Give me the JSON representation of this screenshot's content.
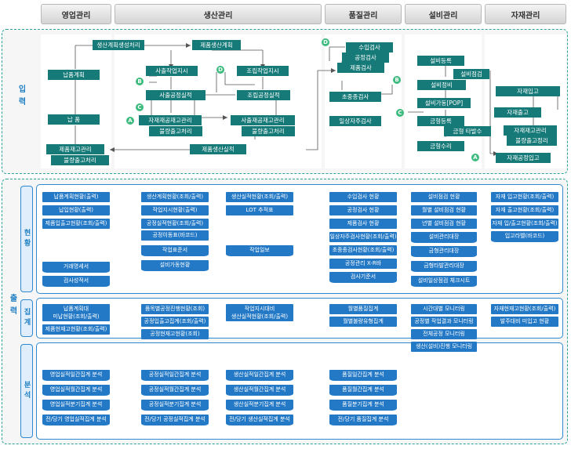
{
  "headers": [
    "영업관리",
    "생산관리",
    "품질관리",
    "설비관리",
    "자재관리"
  ],
  "section_labels": {
    "input": "입력",
    "output": "출력"
  },
  "subsection_labels": [
    "현황",
    "집계",
    "분석"
  ],
  "input": {
    "sales": [
      "납품계획",
      "납 품",
      "제품재고관리",
      "불량출고처리"
    ],
    "production": [
      "생산계획생성처리",
      "제품생산계획",
      "사출작업지시",
      "조립작업지시",
      "사출공정실적",
      "조립공정실적",
      "자재재공재고관리",
      "불량출고처리",
      "사출재공재고관리",
      "불량출고처리",
      "제품생산실적"
    ],
    "quality": [
      "수입검사",
      "공정검사",
      "제품검사",
      "초중종검사",
      "일상자주검사"
    ],
    "equipment": [
      "설비등록",
      "설비점검",
      "설비정비",
      "설비가동[POP]",
      "금형등록",
      "금형 타발수",
      "금형수리"
    ],
    "material": [
      "자재입고",
      "자재출고",
      "자재재고관리",
      "불량출고정리",
      "자재공정입고"
    ],
    "connectors": [
      "A",
      "B",
      "C",
      "D"
    ]
  },
  "status": {
    "sales": [
      "납품계획현황(출력)",
      "납입현황(출력)",
      "제품입출고현황(조회/출력)",
      "거래명세서",
      "검사성적서"
    ],
    "production_left": [
      "생산계획현황(조회/출력)",
      "작업지시현황(출력)",
      "공정실적현황(조회/출력)",
      "공정이동표(바코드)",
      "작업표준서",
      "설비가동현황"
    ],
    "production_right": [
      "생산실적현황(조회/출력)",
      "LOT 추적표",
      "작업일보"
    ],
    "quality": [
      "수입검사 현황",
      "공정검사 현황",
      "제품검사 현황",
      "일상자주검사현황(조회/출력)",
      "초중종검사현황(조회/출력)",
      "공정관리 X-R바",
      "검사기준서"
    ],
    "equipment": [
      "설비점검 현황",
      "월별 설비점검 현황",
      "년별 설비점검 현황",
      "설비관리대장",
      "금형관리대장",
      "금형타발관리대장",
      "설비일상점검 체크시트"
    ],
    "material": [
      "자재 입고현황(조회/출력)",
      "자재 출고현황(조회/출력)",
      "자재 입/출고현황(조회/출력)",
      "입고라벨(바코드)"
    ]
  },
  "aggregate": {
    "sales": [
      "납품계획대\n미납현황(조회/출력)",
      "제품현재고현황(조회/출력)"
    ],
    "production_left": [
      "품목별공정진행현황(조회)",
      "공정입출고집계(조회/출력)",
      "공정현재고현황(조회)"
    ],
    "production_right": [
      "작업지시대비\n생산실적현황(조회/출력)"
    ],
    "quality": [
      "월별품질집계",
      "월별불량유형집계"
    ],
    "equipment": [
      "시간대별 모니터링",
      "공정별 작업결과 모니터링",
      "전체공정 모니터링",
      "생산(설비)진행 모니터링"
    ],
    "material": [
      "자재현재고현황(조회/출력)",
      "발주대비 미입고 현황"
    ]
  },
  "analysis": {
    "sales": [
      "영업실적일간집계 분석",
      "영업실적월간집계 분석",
      "영업실적분기집계 분석",
      "전/당기 영업실적집계 분석"
    ],
    "production_left": [
      "공정실적일간집계 분석",
      "공정실적월간집계 분석",
      "공정실적분기집계 분석",
      "전/당기 공정실적집계 분석"
    ],
    "production_right": [
      "생산실적일간집계 분석",
      "생산실적월간집계 분석",
      "생산실적분기집계 분석",
      "전/당기 생산실적집계 분석"
    ],
    "quality": [
      "품질일간집계 분석",
      "품질월간집계 분석",
      "품질분기집계 분석",
      "전/당기 품질집계 분석"
    ]
  }
}
